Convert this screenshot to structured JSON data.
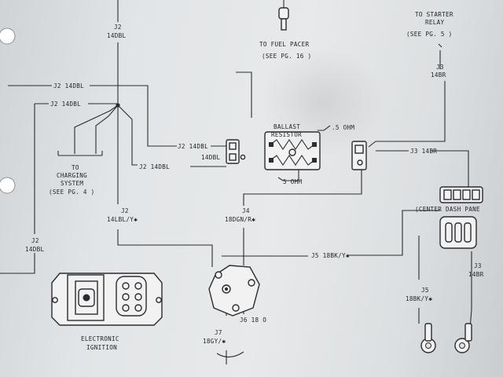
{
  "labels": {
    "j2_top": "J2",
    "j2_top_gauge": "14DBL",
    "fuel_pacer": "TO FUEL PACER",
    "fuel_pacer_ref": "(SEE PG. 16 )",
    "starter_relay": "TO STARTER",
    "starter_relay2": "RELAY",
    "starter_ref": "(SEE PG. 5 )",
    "j3_top": "J3",
    "j3_top_gauge": "14BR",
    "j2_wire_a": "J2 14DBL",
    "j2_wire_b": "J2 14DBL",
    "charging_1": "TO",
    "charging_2": "CHARGING",
    "charging_3": "SYSTEM",
    "charging_ref": "(SEE PG. 4 )",
    "j2_conn1": "J2 14DBL",
    "j2_conn1b": "14DBL",
    "j2_conn2": "J2 14DBL",
    "ballast_1": "BALLAST",
    "ballast_2": "RESISTOR",
    "ohm_top": ".5 OHM",
    "ohm_bottom": "5 OHM",
    "j3_wire": "J3 14BR",
    "center_dash": "(CENTER DASH PANE",
    "j2_mid": "J2",
    "j2_mid_gauge": "14LBL/Y✱",
    "j4": "J4",
    "j4_gauge": "18DGN/R✱",
    "j2_left": "J2",
    "j2_left_gauge": "14DBL",
    "j5_wire": "J5 18BK/Y✱",
    "j3_right": "J3",
    "j3_right_gauge": "14BR",
    "j5_right": "J5",
    "j5_right_gauge": "18BK/Y✱",
    "ignition_1": "ELECTRONIC",
    "ignition_2": "IGNITION",
    "j7": "J7",
    "j7_gauge": "18GY/✱",
    "j6": "J6 18 O"
  }
}
